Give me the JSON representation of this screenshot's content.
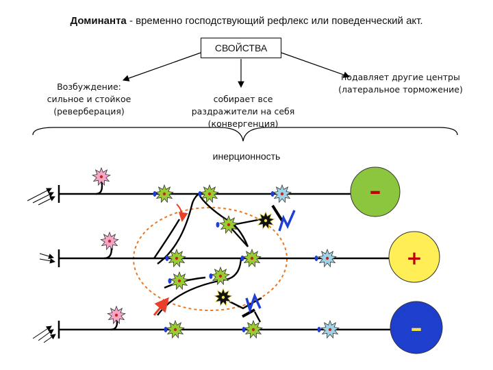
{
  "title": {
    "term": "Доминанта",
    "definition": " - временно господствующий рефлекс или поведенческий акт."
  },
  "properties_box": "СВОЙСТВА",
  "properties": [
    {
      "id": "p1",
      "lines": [
        "Возбуждение:",
        "сильное и стойкое",
        "(реверберация)"
      ]
    },
    {
      "id": "p2",
      "lines": [
        "собирает все",
        "раздражители на себя",
        "(конвергенция)"
      ]
    },
    {
      "id": "p3",
      "lines": [
        "подавляет другие центры",
        "(латеральное торможение)"
      ]
    }
  ],
  "bottom_label": "инерционность",
  "effector_signs": [
    "–",
    "+",
    "–"
  ],
  "colors": {
    "effector_top": "#8cc63f",
    "effector_middle": "#ffee55",
    "effector_bottom": "#1e3fcc",
    "dominant_circle": "#e87722",
    "receptor_neuron": "#f4a6c8",
    "interneuron": "#99cc33",
    "motor_neuron": "#9fd4e8",
    "inhibitory_signal": "#1f3fd6",
    "excitation_arrow": "#e8402a"
  }
}
